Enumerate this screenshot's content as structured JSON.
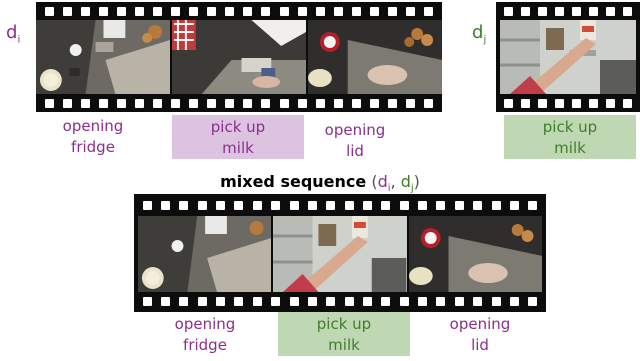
{
  "sequence_i": {
    "id_letter": "d",
    "id_sub": "i",
    "actions": [
      {
        "line1": "opening",
        "line2": "fridge"
      },
      {
        "line1": "pick up",
        "line2": "milk"
      },
      {
        "line1": "opening",
        "line2": "lid"
      }
    ]
  },
  "sequence_j": {
    "id_letter": "d",
    "id_sub": "j",
    "actions": [
      {
        "line1": "pick up",
        "line2": "milk"
      }
    ]
  },
  "mixed": {
    "title": "mixed sequence",
    "paren_open": "(",
    "comma": ", ",
    "paren_close": ")",
    "actions": [
      {
        "line1": "opening",
        "line2": "fridge"
      },
      {
        "line1": "pick up",
        "line2": "milk"
      },
      {
        "line1": "opening",
        "line2": "lid"
      }
    ]
  },
  "colors": {
    "purple_text": "#8a2f8c",
    "green_text": "#3f7d2c",
    "purple_highlight": "#dcc3e0",
    "green_highlight": "#bfd8b3",
    "film": "#0c0c0c"
  }
}
